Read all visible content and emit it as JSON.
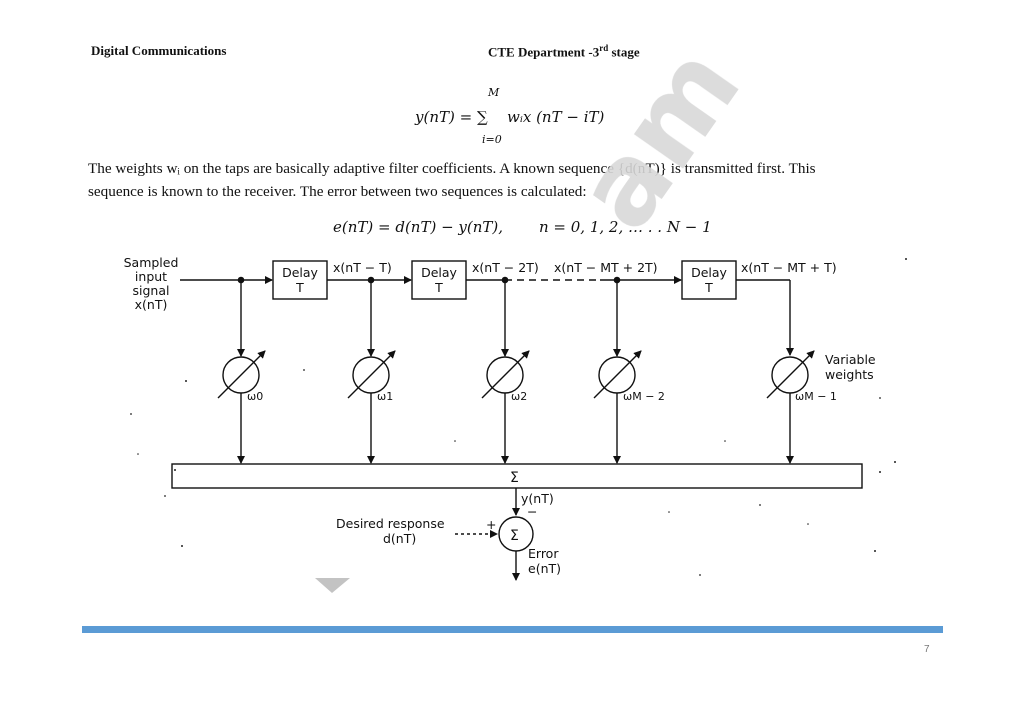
{
  "header": {
    "left": "Digital Communications",
    "right_main": "CTE Department -3",
    "right_sup": "rd",
    "right_tail": " stage"
  },
  "equation1": {
    "upper_limit": "M",
    "lhs": "y(nT) = ∑",
    "rhs": "wᵢx (nT − iT)",
    "lower_limit": "i=0"
  },
  "paragraph": {
    "line1": "The weights wᵢ on the taps are basically adaptive filter coefficients. A known sequence {d(nT)} is transmitted first. This",
    "line2": "sequence is known to the receiver. The error between two sequences is calculated:"
  },
  "equation2": {
    "lhs": "e(nT) = d(nT) − y(nT),",
    "rhs": "n = 0, 1, 2, … . . N − 1"
  },
  "diagram": {
    "input_label": [
      "Sampled",
      "input",
      "signal",
      "x(nT)"
    ],
    "delay_blocks": [
      {
        "title": "Delay",
        "sub": "T"
      },
      {
        "title": "Delay",
        "sub": "T"
      },
      {
        "title": "Delay",
        "sub": "T"
      }
    ],
    "tap_signals": [
      "x(nT − T)",
      "x(nT − 2T)",
      "x(nT − MT + 2T)",
      "x(nT − MT + T)"
    ],
    "weights": [
      "ω0",
      "ω1",
      "ω2",
      "ωM − 2",
      "ωM − 1"
    ],
    "variable_weights_label": [
      "Variable",
      "weights"
    ],
    "summer_symbol": "Σ",
    "output_label": "y(nT)",
    "minus_sign": "−",
    "plus_sign": "+",
    "desired_label": [
      "Desired response",
      "d(nT)"
    ],
    "error_label": [
      "Error",
      "e(nT)"
    ]
  },
  "footer": {
    "page_number": "7"
  }
}
